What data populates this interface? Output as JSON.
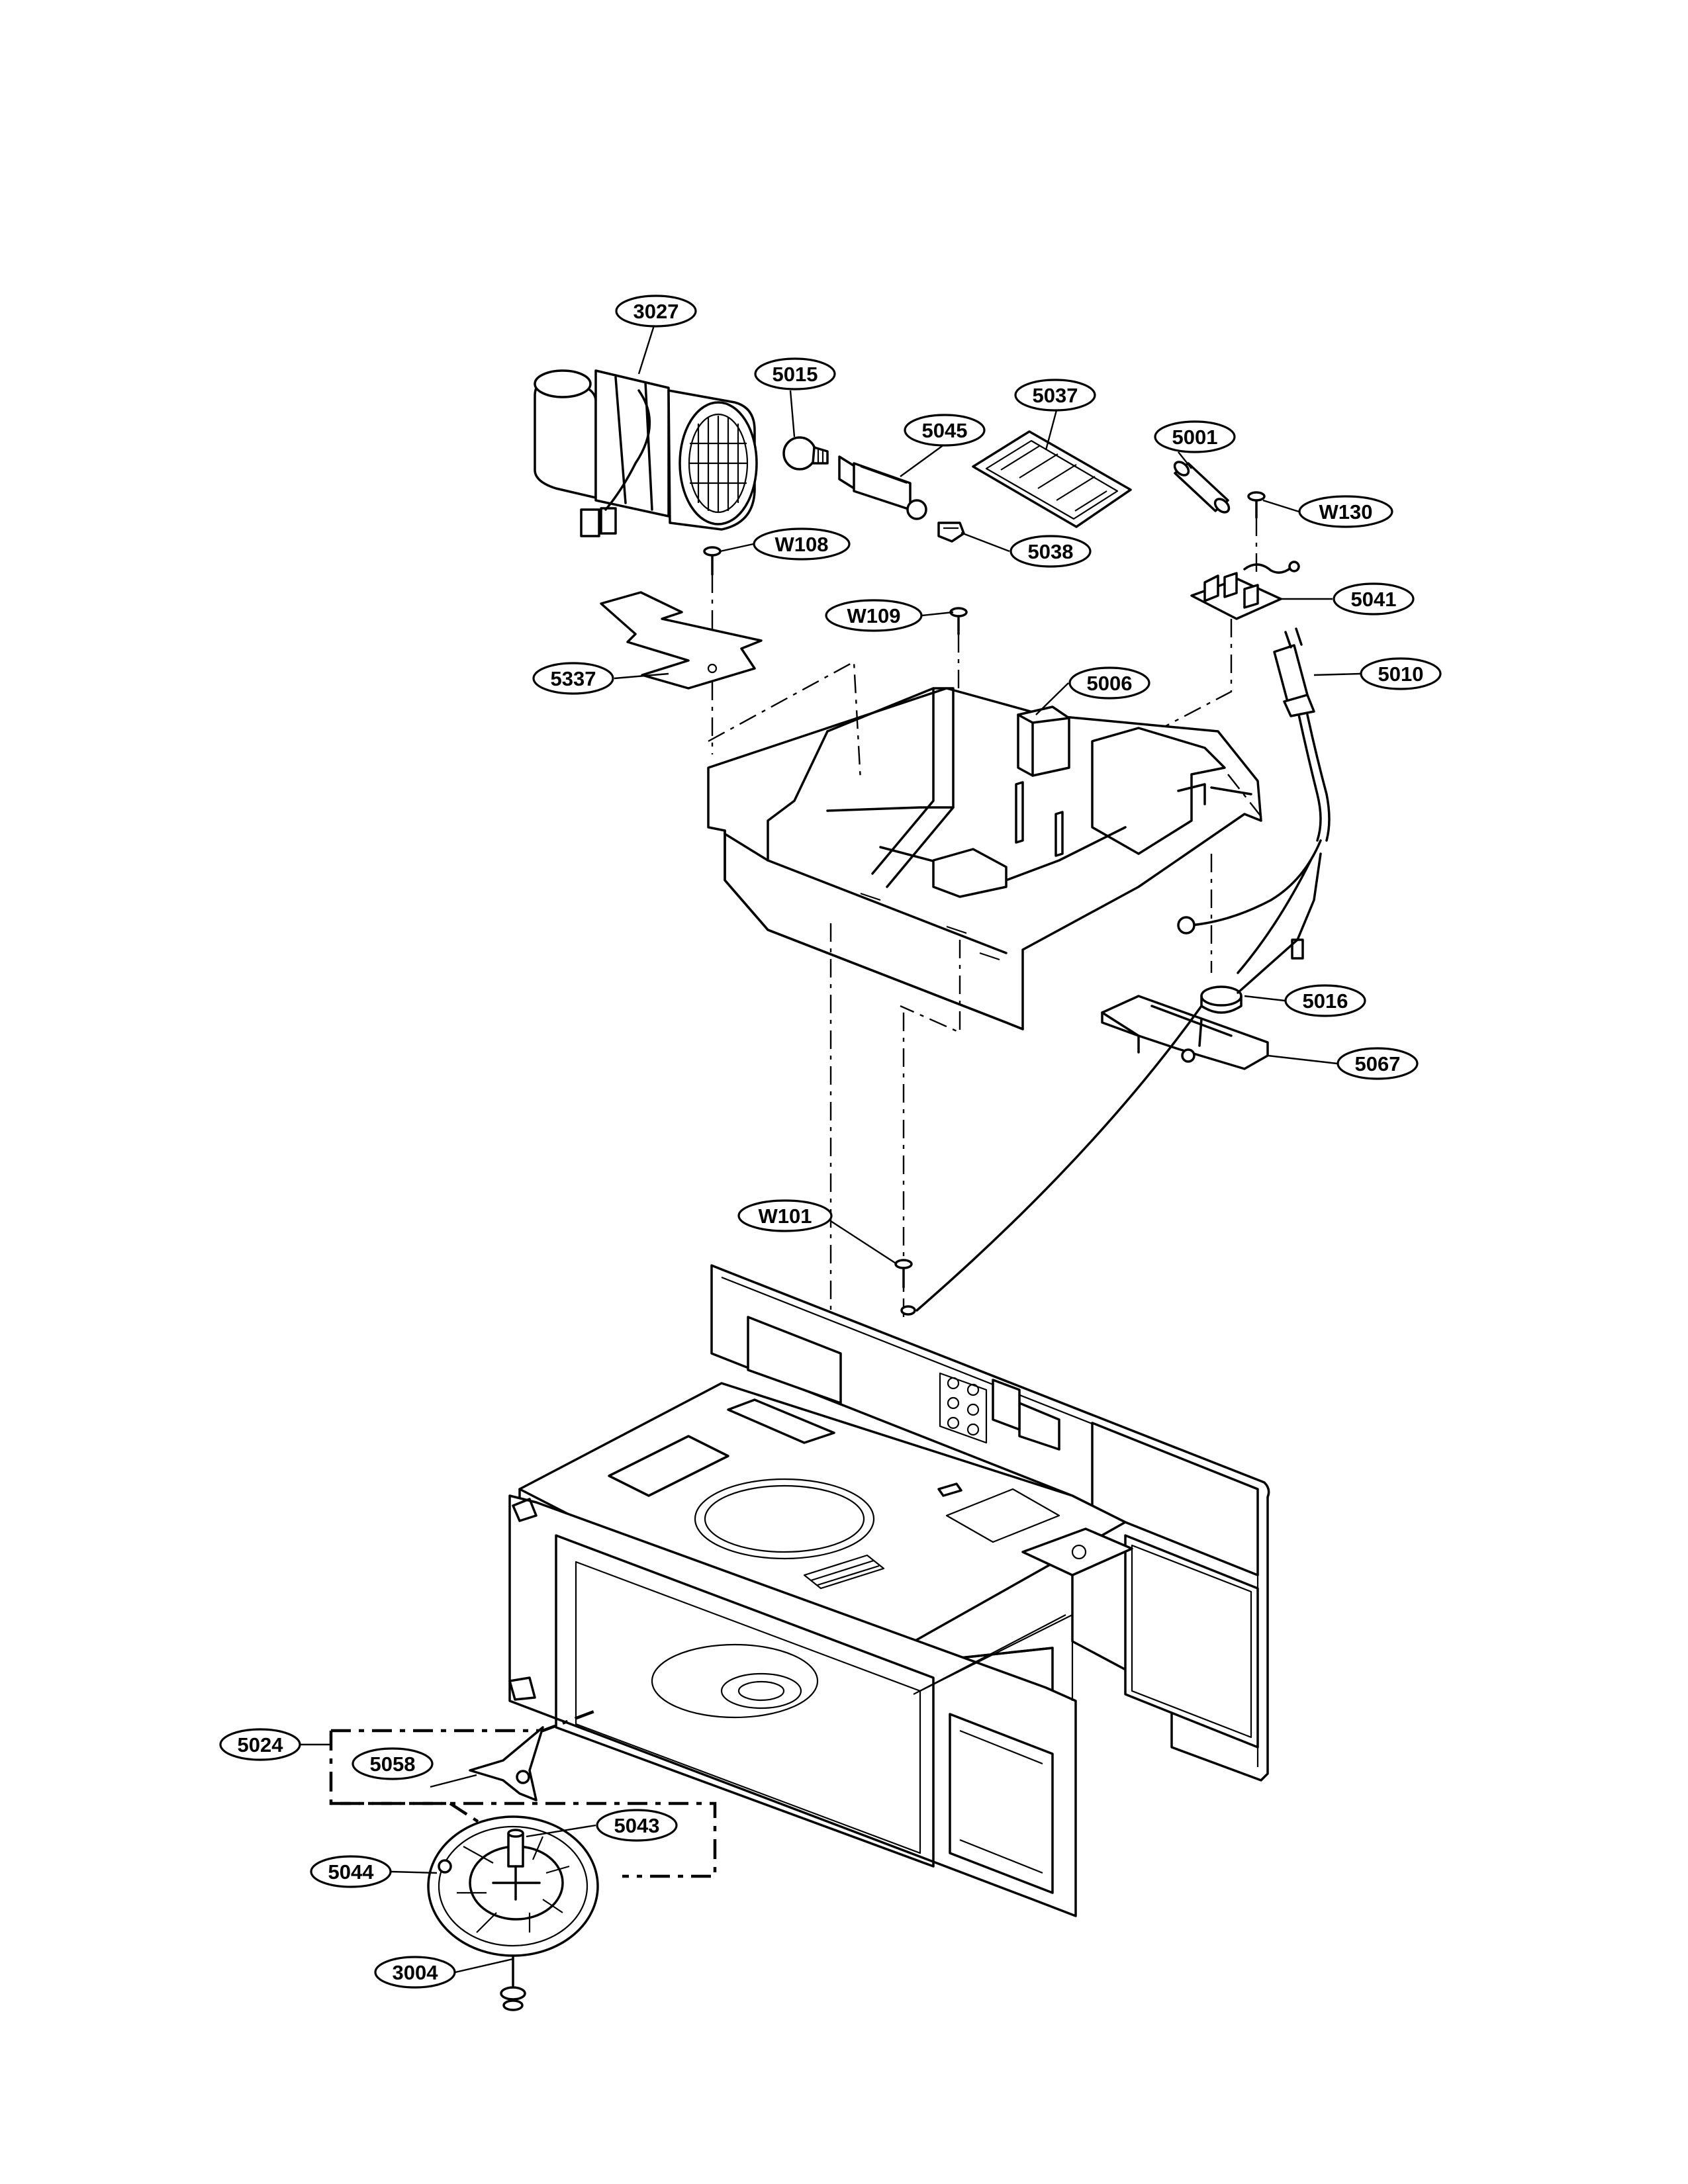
{
  "callouts": {
    "c3027": "3027",
    "c5015": "5015",
    "c5045": "5045",
    "c5037": "5037",
    "c5001": "5001",
    "cW130": "W130",
    "c5038": "5038",
    "cW108": "W108",
    "c5041": "5041",
    "cW109": "W109",
    "c5010": "5010",
    "c5337": "5337",
    "c5006": "5006",
    "c5016": "5016",
    "c5067": "5067",
    "cW101": "W101",
    "c5024": "5024",
    "c5058": "5058",
    "c5043": "5043",
    "c5044": "5044",
    "c3004": "3004"
  },
  "icons": {
    "blower": "blower-fan-motor-icon",
    "lamp": "lamp-bulb-icon",
    "socket": "lamp-socket-icon",
    "filter": "charcoal-filter-icon",
    "fuse": "fuse-icon",
    "board": "noise-filter-board-icon",
    "plug": "power-plug-icon",
    "base": "base-plate-icon",
    "sensor": "thermostat-sensor-icon",
    "bracket": "sensor-bracket-icon",
    "cavity": "oven-cavity-icon",
    "turntable": "turntable-motor-icon"
  }
}
